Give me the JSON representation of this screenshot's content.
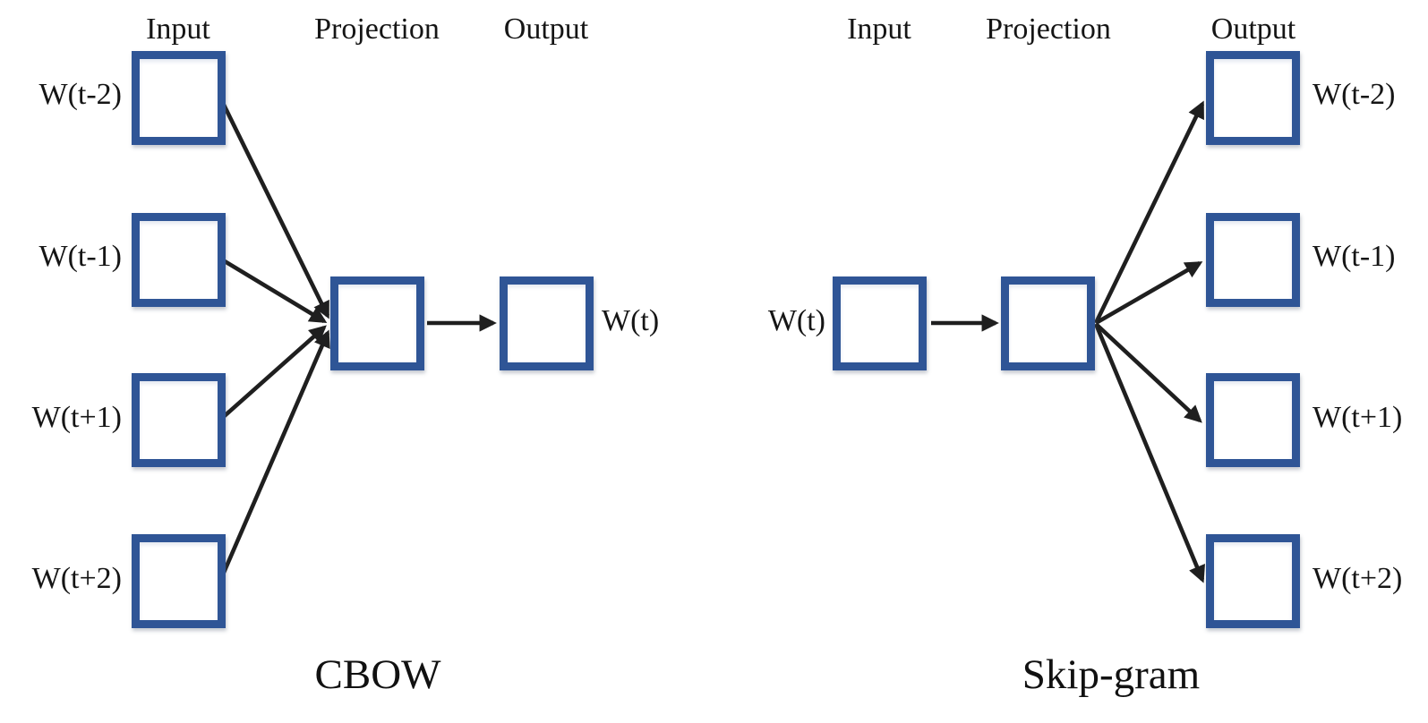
{
  "cbow": {
    "title": "CBOW",
    "headers": [
      "Input",
      "Projection",
      "Output"
    ],
    "input_labels": [
      "W(t-2)",
      "W(t-1)",
      "W(t+1)",
      "W(t+2)"
    ],
    "output_label": "W(t)"
  },
  "skipgram": {
    "title": "Skip-gram",
    "headers": [
      "Input",
      "Projection",
      "Output"
    ],
    "input_label": "W(t)",
    "output_labels": [
      "W(t-2)",
      "W(t-1)",
      "W(t+1)",
      "W(t+2)"
    ]
  },
  "colors": {
    "box_border": "#2F5596",
    "arrow": "#1F1F1F",
    "background": "#FFFFFF"
  }
}
